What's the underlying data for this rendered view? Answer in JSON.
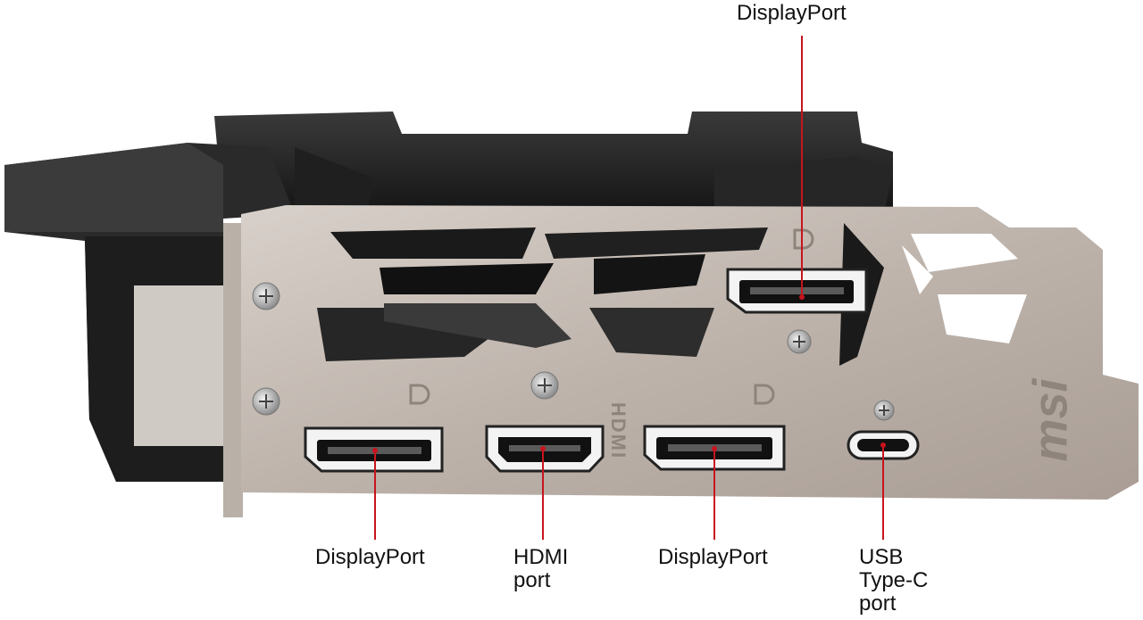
{
  "accent_color": "#c8141e",
  "callouts": {
    "top_displayport": "DisplayPort",
    "left_displayport": "DisplayPort",
    "hdmi": "HDMI\nport",
    "mid_displayport": "DisplayPort",
    "usb_c": "USB\nType-C\nport"
  },
  "bracket_markings": {
    "brand": "msi",
    "hdmi_text": "HDMI"
  },
  "icons": [
    "displayport-logo-icon",
    "screw-icon"
  ]
}
